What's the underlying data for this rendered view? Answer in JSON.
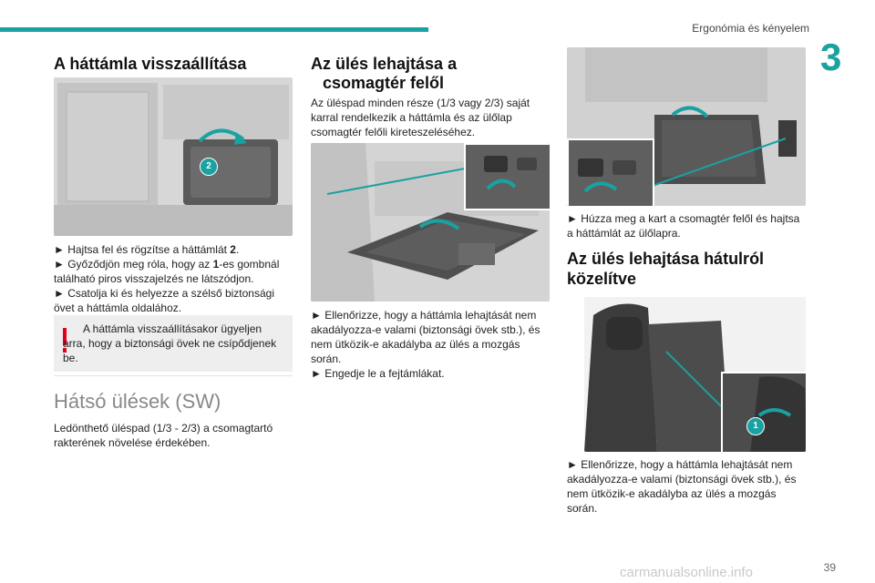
{
  "header": {
    "title": "Ergonómia és kényelem",
    "chapter": "3",
    "page_number": "39"
  },
  "col1": {
    "heading": "A háttámla visszaállítása",
    "fig_badge": "2",
    "steps": [
      {
        "prefix": "► Hajtsa fel és rögzítse a háttámlát ",
        "bold": "2",
        "suffix": "."
      },
      {
        "prefix": "► Győződjön meg róla, hogy az ",
        "bold": "1",
        "suffix": "-es gombnál található piros visszajelzés ne látszódjon."
      },
      {
        "prefix": "► Csatolja ki és helyezze a szélső biztonsági övet a háttámla oldalához.",
        "bold": "",
        "suffix": ""
      }
    ],
    "warning": "A háttámla visszaállításakor ügyeljen arra, hogy a biztonsági övek ne csípődjenek be.",
    "section_heading": "Hátsó ülések (SW)",
    "section_text": "Ledönthető üléspad (1/3 - 2/3) a csomagtartó rakterének növelése érdekében."
  },
  "col2": {
    "heading_line1": "Az ülés lehajtása a",
    "heading_line2": "csomagtér felől",
    "intro": "Az üléspad minden része (1/3 vagy 2/3) saját karral rendelkezik a háttámla és az ülőlap csomagtér felőli kireteszeléséhez.",
    "step1": "► Ellenőrizze, hogy a háttámla lehajtását nem akadályozza-e valami (biztonsági övek stb.), és nem ütközik-e akadályba az ülés a mozgás során.",
    "step2": "► Engedje le a fejtámlákat."
  },
  "col3": {
    "step_top": "► Húzza meg a kart a csomagtér felől és hajtsa a háttámlát az ülőlapra.",
    "heading_line1": "Az ülés lehajtása hátulról",
    "heading_line2": "közelítve",
    "fig_badge": "1",
    "step_bottom": "► Ellenőrizze, hogy a háttámla lehajtását nem akadályozza-e valami (biztonsági övek stb.), és nem ütközik-e akadályba az ülés a mozgás során."
  },
  "watermark": "carmanualsonline.info",
  "colors": {
    "accent": "#1aa1a1",
    "warning": "#e2001a"
  }
}
